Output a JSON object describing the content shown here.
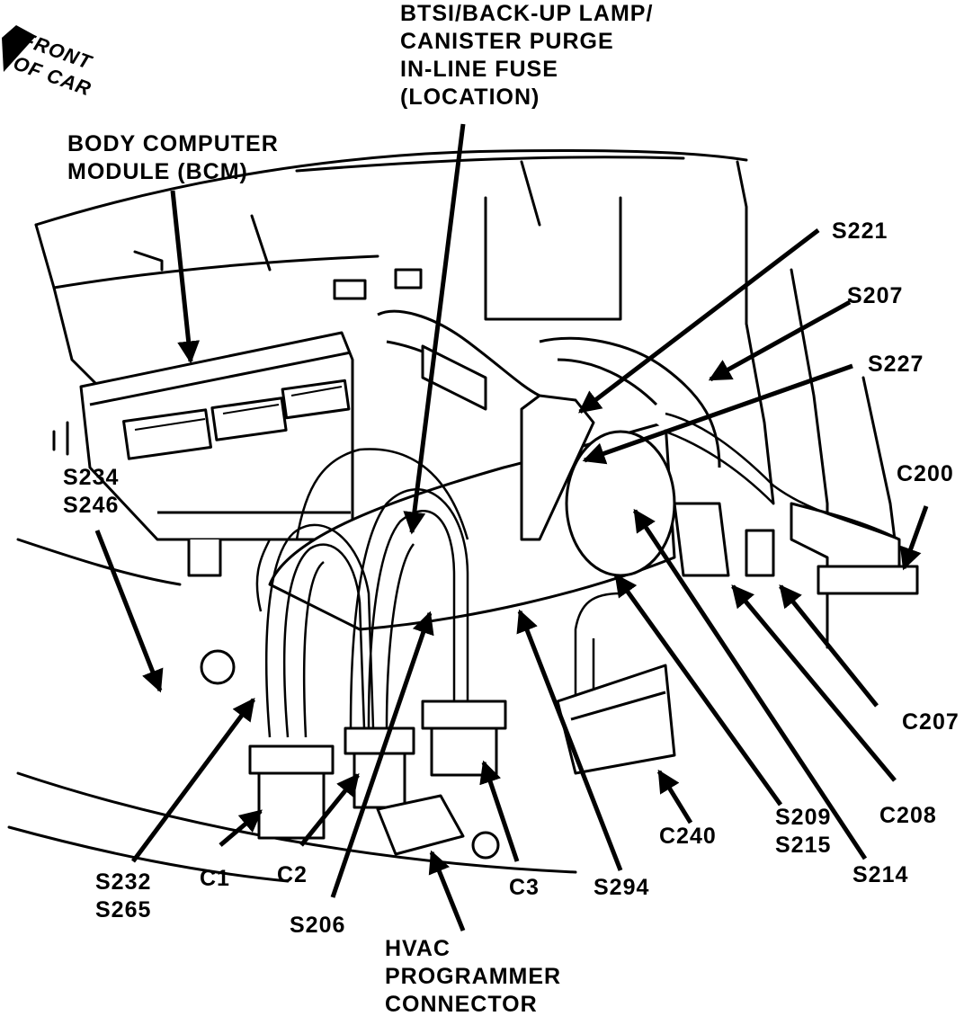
{
  "orientation": {
    "line1": "FRONT",
    "line2": "OF CAR",
    "icon": "front-arrow-icon"
  },
  "labels": {
    "btsi_fuse": [
      "BTSI/BACK-UP LAMP/",
      "CANISTER PURGE",
      "IN-LINE FUSE",
      "(LOCATION)"
    ],
    "bcm": [
      "BODY COMPUTER",
      "MODULE (BCM)"
    ],
    "s221": "S221",
    "s207": "S207",
    "s227": "S227",
    "c200": "C200",
    "s234_s246": [
      "S234",
      "S246"
    ],
    "c207": "C207",
    "c208": "C208",
    "s209_s215": [
      "S209",
      "S215"
    ],
    "s214": "S214",
    "c240": "C240",
    "s294": "S294",
    "c3": "C3",
    "hvac": [
      "HVAC",
      "PROGRAMMER",
      "CONNECTOR"
    ],
    "s206": "S206",
    "c2": "C2",
    "c1": "C1",
    "s232_s265": [
      "S232",
      "S265"
    ]
  },
  "colors": {
    "ink": "#000000",
    "paper": "#ffffff"
  }
}
